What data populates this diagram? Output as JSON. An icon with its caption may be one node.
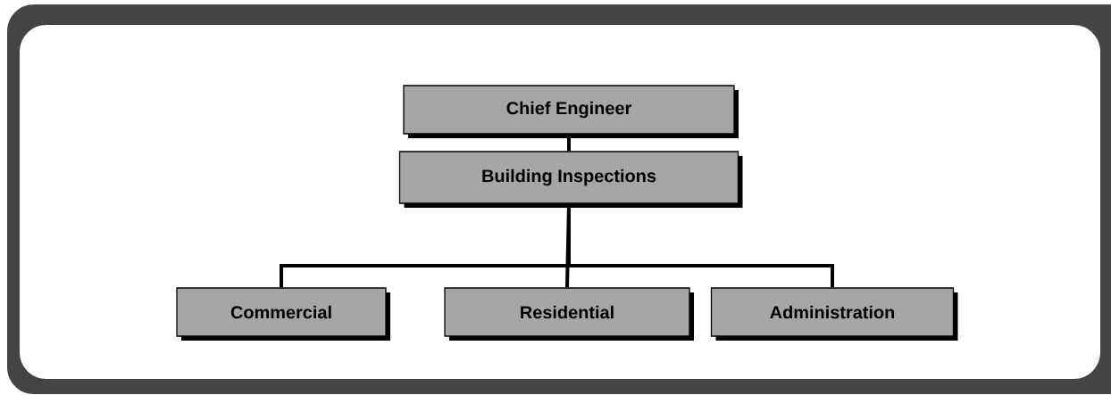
{
  "diagram": {
    "nodes": [
      {
        "text": [
          "Chief Engineer"
        ]
      },
      {
        "text": [
          "Building Inspections"
        ]
      },
      {
        "text": [
          "Commercial"
        ]
      },
      {
        "text": [
          "Residential"
        ]
      },
      {
        "text": [
          "Administration"
        ]
      }
    ],
    "edges": [
      {
        "from": 0,
        "to": 1,
        "arrow": "none"
      },
      {
        "from": 1,
        "to": 2,
        "arrow": "none"
      },
      {
        "from": 1,
        "to": 3,
        "arrow": "none"
      },
      {
        "from": 1,
        "to": 4,
        "arrow": "none"
      }
    ]
  }
}
